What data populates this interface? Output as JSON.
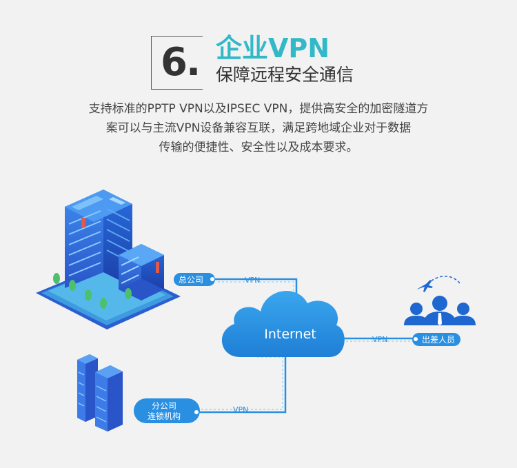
{
  "header": {
    "number": "6.",
    "title": "企业VPN",
    "subtitle": "保障远程安全通信",
    "description_lines": [
      "支持标准的PPTP VPN以及IPSEC VPN，提供高安全的加密隧道方",
      "案可以与主流VPN设备兼容互联，满足跨地域企业对于数据",
      "传输的便捷性、安全性以及成本要求。"
    ]
  },
  "diagram": {
    "cloud_label": "Internet",
    "hq_label": "总公司",
    "branch_label_line1": "分公司",
    "branch_label_line2": "连锁机构",
    "traveler_label": "出差人员",
    "vpn_label": "VPN",
    "colors": {
      "accent": "#33b8c8",
      "cloud": "#2a8fe0",
      "line": "#2a8fe0",
      "building": "#2f64d8",
      "people": "#1e66d0"
    }
  }
}
